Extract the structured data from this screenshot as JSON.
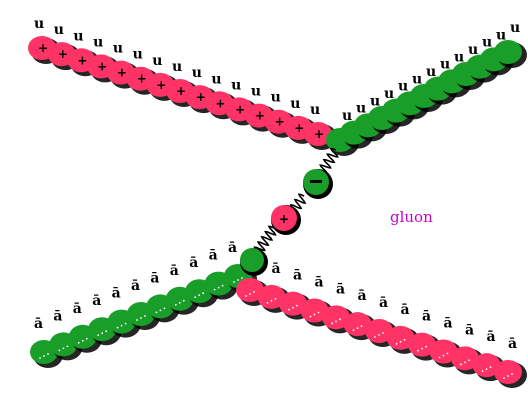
{
  "labels": {
    "gluon": "gluon",
    "quark": "u",
    "antiquark": "ā"
  },
  "signs": {
    "plus": "+",
    "minus": "−"
  },
  "colors": {
    "red": "#ff3366",
    "green": "#1a9e2a",
    "gluon_text": "#cc00cc",
    "background": "#ffffff"
  }
}
